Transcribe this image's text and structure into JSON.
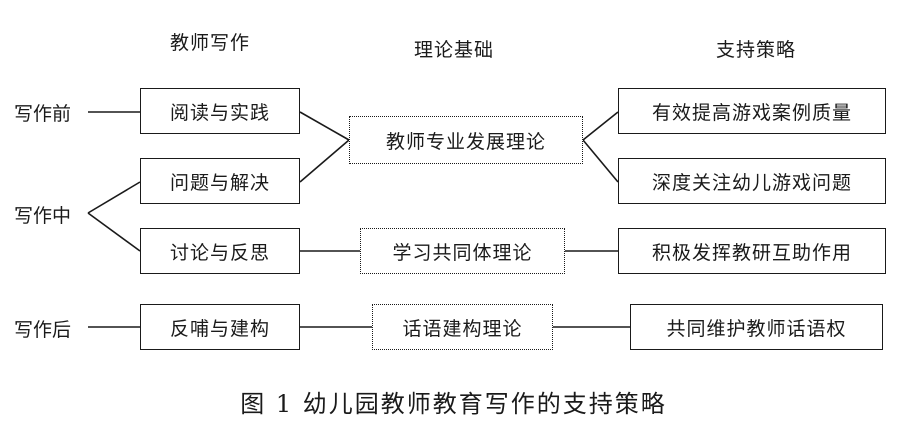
{
  "headers": {
    "writing": "教师写作",
    "theory": "理论基础",
    "strategy": "支持策略"
  },
  "stages": {
    "before": "写作前",
    "during": "写作中",
    "after": "写作后"
  },
  "writing_items": {
    "reading": "阅读与实践",
    "problem": "问题与解决",
    "discussion": "讨论与反思",
    "feedback": "反哺与建构"
  },
  "theories": {
    "professional": "教师专业发展理论",
    "community": "学习共同体理论",
    "discourse": "话语建构理论"
  },
  "strategies": {
    "quality": "有效提高游戏案例质量",
    "attention": "深度关注幼儿游戏问题",
    "mutual": "积极发挥教研互助作用",
    "rights": "共同维护教师话语权"
  },
  "caption": "图 1   幼儿园教师教育写作的支持策略"
}
